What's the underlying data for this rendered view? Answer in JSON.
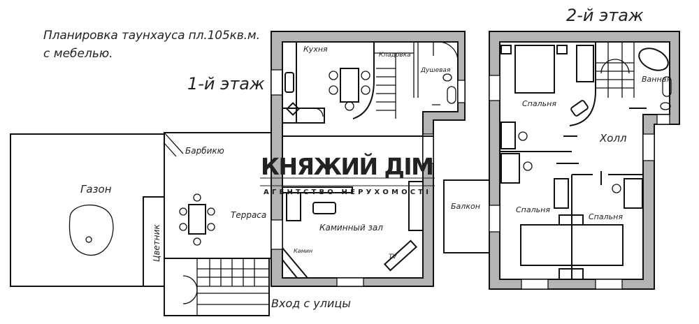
{
  "title": {
    "line1": "Планировка таунхауса пл.105кв.м.",
    "line2": "с мебелью."
  },
  "floor1": {
    "heading": "1-й этаж",
    "rooms": {
      "kitchen": "Кухня",
      "pantry": "Кладовка",
      "shower": "Душевая",
      "fireplace_hall": "Каминный зал",
      "fireplace": "Камин",
      "tv": "TV",
      "bbq": "Барбикю",
      "terrace": "Терраса",
      "lawn": "Газон",
      "flowerbed": "Цветник"
    },
    "entrance": "Вход с улицы"
  },
  "floor2": {
    "heading": "2-й этаж",
    "rooms": {
      "bedroom1": "Спальня",
      "bathroom": "Ванная",
      "hall": "Холл",
      "balcony": "Балкон",
      "bedroom2": "Спальня",
      "bedroom3": "Спальня"
    }
  },
  "watermark": {
    "name": "КНЯЖИЙ ДІМ",
    "subtitle": "АГЕНТСТВО НЕРУХОМОСТІ"
  },
  "colors": {
    "wall_fill": "#b4b4b4",
    "line": "#111111"
  }
}
